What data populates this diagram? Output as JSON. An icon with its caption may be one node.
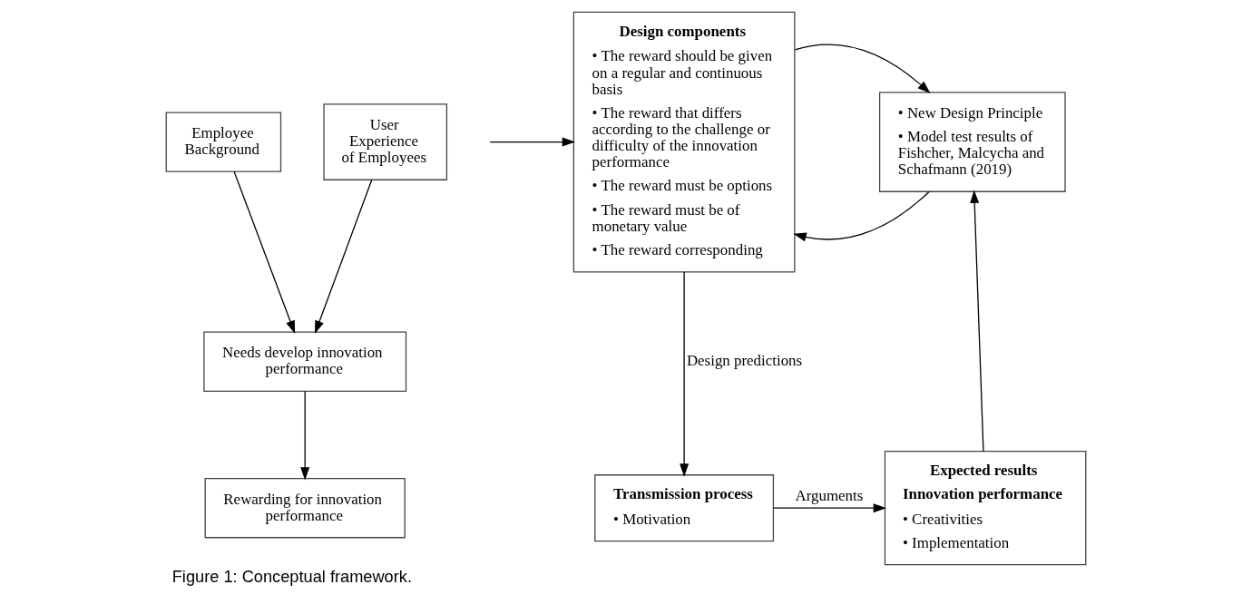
{
  "diagram": {
    "caption": "Figure 1: Conceptual framework.",
    "nodes": [
      {
        "text": [
          "Employee Background"
        ]
      },
      {
        "text": [
          "User Experience of Employees"
        ]
      },
      {
        "text": [
          "Needs develop innovation performance"
        ]
      },
      {
        "text": [
          "Rewarding for innovation performance"
        ]
      },
      {
        "text": [
          "Design components",
          "• The reward should be given on a regular and continuous basis",
          "• The reward that differs according to the challenge or difficulty of the innovation performance",
          "• The reward must be options",
          "• The reward must be of monetary value",
          "• The reward corresponding"
        ]
      },
      {
        "text": [
          "• New Design Principle",
          "• Model test results of Fishcher, Malcycha and Schafmann (2019)"
        ]
      },
      {
        "text": [
          "Expected results",
          "Innovation performance",
          "• Creativities",
          "• Implementation"
        ]
      },
      {
        "text": [
          "Transmission process",
          "• Motivation"
        ]
      }
    ],
    "edges": [
      {
        "from": 0,
        "to": 2,
        "arrow": "to"
      },
      {
        "from": 1,
        "to": 2,
        "arrow": "to"
      },
      {
        "from": 2,
        "to": 3,
        "arrow": "to"
      },
      {
        "from": null,
        "to": 4,
        "arrow": "to"
      },
      {
        "from": 5,
        "to": 4,
        "arrow": "to"
      },
      {
        "from": 4,
        "to": 5,
        "arrow": "to"
      },
      {
        "from": 4,
        "to": 7,
        "label": "Design predictions",
        "arrow": "to"
      },
      {
        "from": 7,
        "to": 6,
        "label": "Arguments",
        "arrow": "to"
      },
      {
        "from": 6,
        "to": 5,
        "arrow": "to"
      }
    ]
  }
}
